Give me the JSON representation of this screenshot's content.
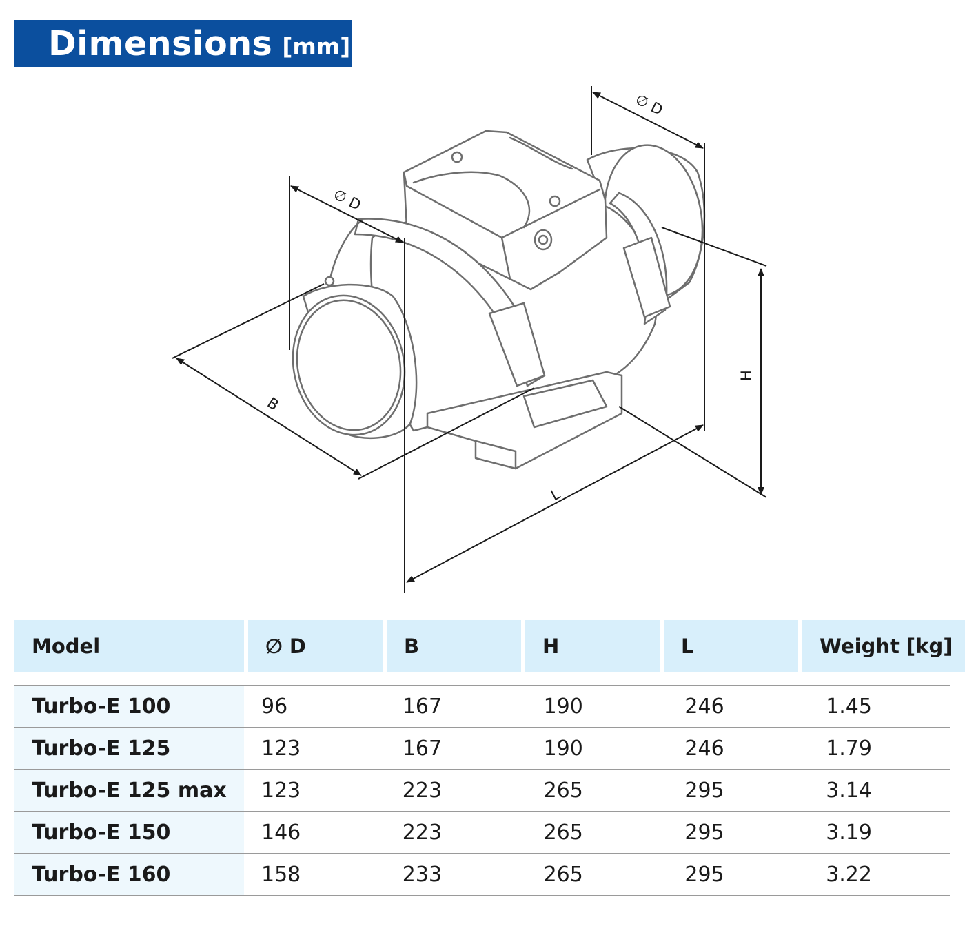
{
  "title": {
    "main": "Dimensions",
    "unit": "[mm]"
  },
  "drawing": {
    "labels": {
      "d_top": "∅ D",
      "d_left": "∅ D",
      "b": "B",
      "h": "H",
      "l": "L"
    }
  },
  "table": {
    "headers": [
      "Model",
      "∅ D",
      "B",
      "H",
      "L",
      "Weight [kg]"
    ],
    "rows": [
      [
        "Turbo-E 100",
        "96",
        "167",
        "190",
        "246",
        "1.45"
      ],
      [
        "Turbo-E 125",
        "123",
        "167",
        "190",
        "246",
        "1.79"
      ],
      [
        "Turbo-E 125 max",
        "123",
        "223",
        "265",
        "295",
        "3.14"
      ],
      [
        "Turbo-E 150",
        "146",
        "223",
        "265",
        "295",
        "3.19"
      ],
      [
        "Turbo-E 160",
        "158",
        "233",
        "265",
        "295",
        "3.22"
      ]
    ]
  }
}
